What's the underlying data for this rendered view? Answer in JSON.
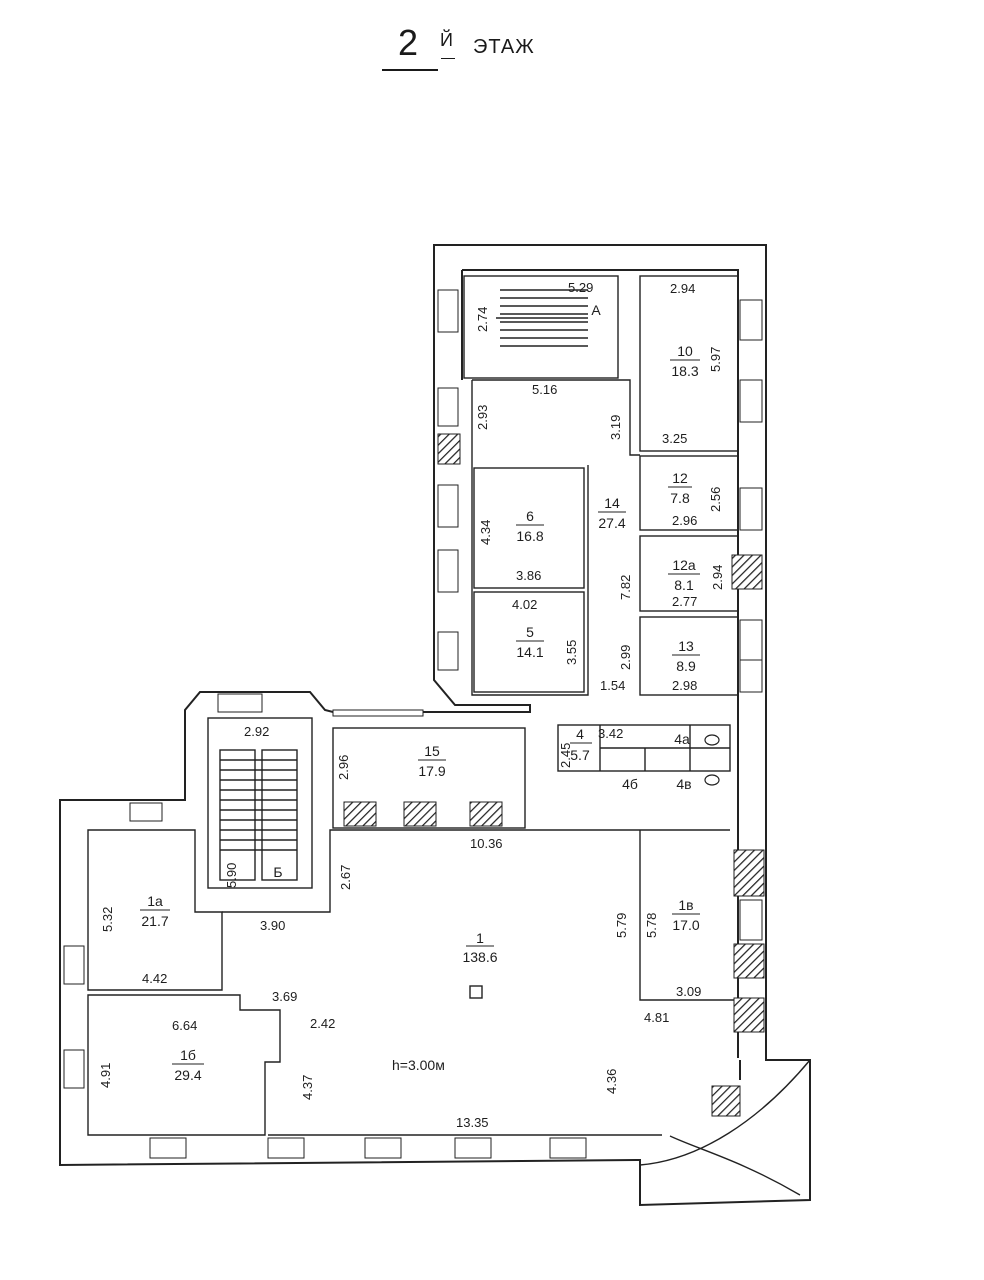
{
  "title": {
    "number": "2",
    "suffix": "Й",
    "word": "ЭТАЖ"
  },
  "rooms": [
    {
      "id": "1",
      "area": "138.6"
    },
    {
      "id": "1а",
      "area": "21.7"
    },
    {
      "id": "1б",
      "area": "29.4"
    },
    {
      "id": "1в",
      "area": "17.0"
    },
    {
      "id": "4",
      "area": "5.7"
    },
    {
      "id": "5",
      "area": "14.1"
    },
    {
      "id": "6",
      "area": "16.8"
    },
    {
      "id": "10",
      "area": "18.3"
    },
    {
      "id": "12",
      "area": "7.8"
    },
    {
      "id": "12а",
      "area": "8.1"
    },
    {
      "id": "13",
      "area": "8.9"
    },
    {
      "id": "14",
      "area": "27.4"
    },
    {
      "id": "15",
      "area": "17.9"
    }
  ],
  "small_rooms": [
    "4а",
    "4б",
    "4в"
  ],
  "stairs": [
    "А",
    "Б"
  ],
  "ceiling_height": "h=3.00м",
  "dimensions": [
    "5.29",
    "2.74",
    "2.94",
    "5.97",
    "3.25",
    "5.16",
    "2.93",
    "3.19",
    "2.56",
    "2.96",
    "4.34",
    "3.86",
    "4.02",
    "7.82",
    "2.94",
    "2.77",
    "3.55",
    "2.99",
    "2.98",
    "1.54",
    "3.42",
    "2.45",
    "2.92",
    "2.96",
    "10.36",
    "5.90",
    "3.90",
    "2.67",
    "5.32",
    "4.42",
    "5.79",
    "5.78",
    "3.09",
    "3.69",
    "2.42",
    "6.64",
    "4.81",
    "4.91",
    "4.37",
    "4.36",
    "13.35"
  ]
}
